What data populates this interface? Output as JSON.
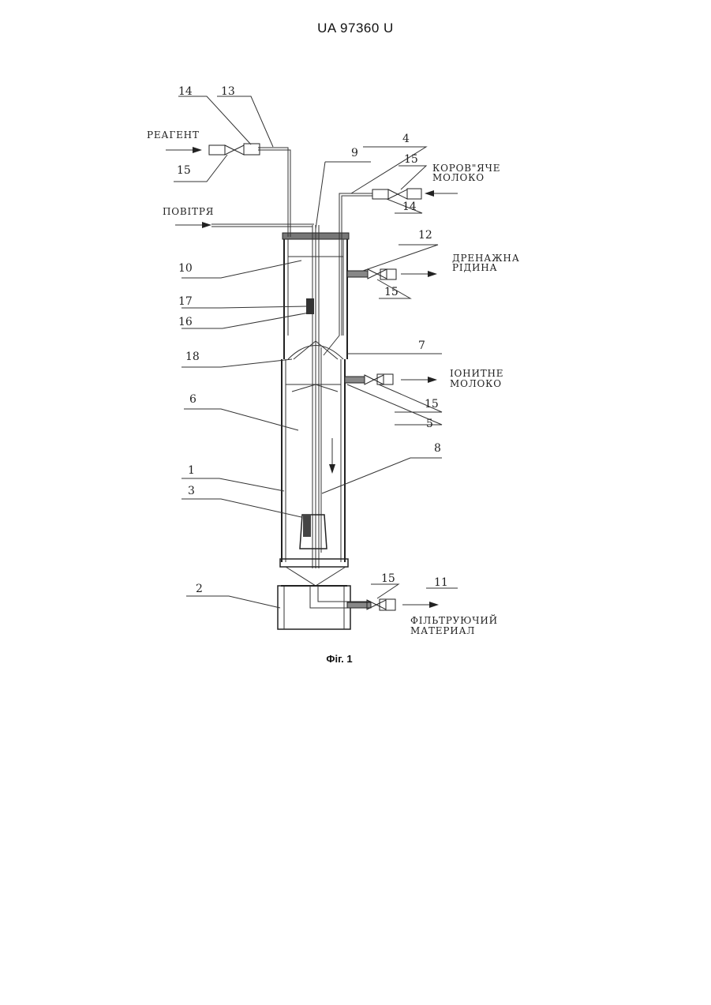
{
  "header": {
    "text": "UA   97360   U"
  },
  "caption": {
    "text": "Фіг. 1"
  },
  "labels": {
    "reagent": "РЕАГЕНТ",
    "air": "ПОВІТРЯ",
    "cow_milk_1": "КОРОВ\"ЯЧЕ",
    "cow_milk_2": "МОЛОКО",
    "drain_1": "ДРЕНАЖНА",
    "drain_2": "РІДИНА",
    "ionite_1": "ІОНИТНЕ",
    "ionite_2": "МОЛОКО",
    "filter_1": "ФІЛЬТРУЮЧИЙ",
    "filter_2": "МАТЕРИАЛ"
  },
  "numbers": {
    "n14a": "14",
    "n13": "13",
    "n15a": "15",
    "n9": "9",
    "n4": "4",
    "n15b": "15",
    "n14b": "14",
    "n12": "12",
    "n10": "10",
    "n15c": "15",
    "n17": "17",
    "n16": "16",
    "n18": "18",
    "n7": "7",
    "n15d": "15",
    "n5": "5",
    "n6": "6",
    "n8": "8",
    "n1": "1",
    "n3": "3",
    "n15e": "15",
    "n11": "11",
    "n2": "2"
  }
}
